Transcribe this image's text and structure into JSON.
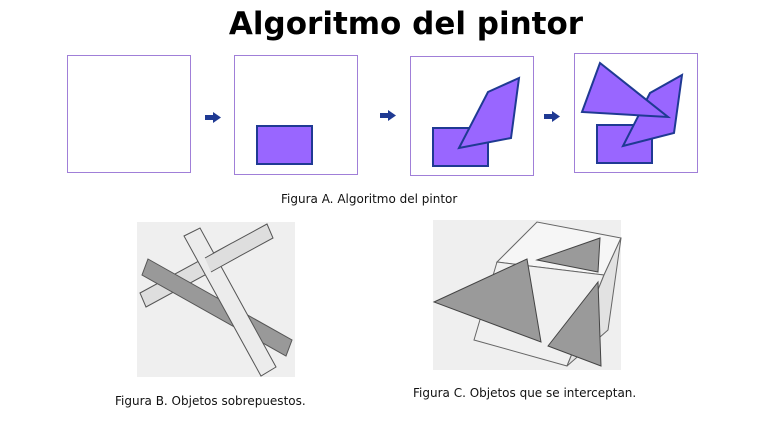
{
  "title": "Algoritmo del pintor",
  "captions": {
    "figure_a": "Figura A. Algoritmo del pintor",
    "figure_b": "Figura B. Objetos sobrepuestos.",
    "figure_c": "Figura C. Objetos que se interceptan."
  },
  "colors": {
    "frame_border": "#a07fd8",
    "shape_fill": "#9966ff",
    "shape_stroke": "#1f3a93",
    "arrow": "#1f3a93",
    "photo_background": "#efefef",
    "gray_shape": "#9a9a9a",
    "light_shape": "#dcdcdc"
  },
  "icons": {
    "step_arrow": "arrow-right-icon"
  }
}
